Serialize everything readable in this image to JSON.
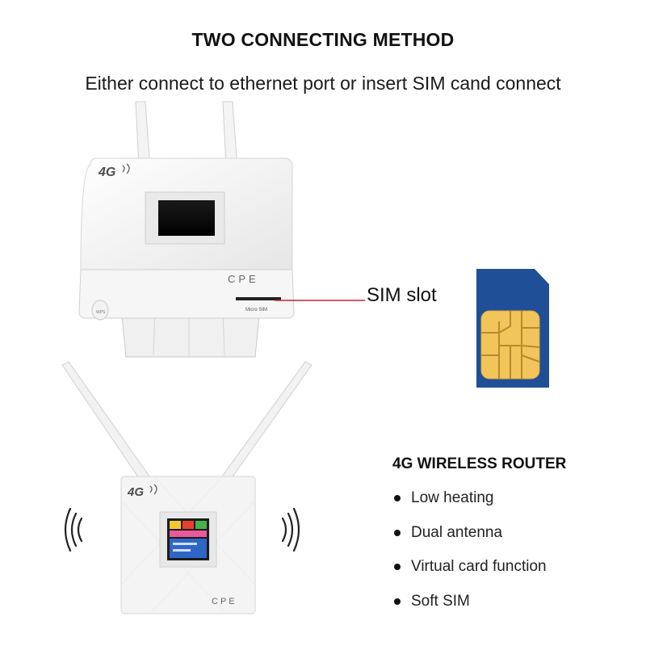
{
  "header": {
    "title": "TWO CONNECTING METHOD",
    "subtitle": "Either connect to ethernet port or insert SIM cand connect"
  },
  "top_router": {
    "logo": "4G",
    "model": "CPE",
    "slot_label": "Micro SIM",
    "button_label": "WPS"
  },
  "sim_callout": {
    "label": "SIM slot"
  },
  "bottom_router": {
    "logo": "4G",
    "model": "CPE"
  },
  "features": {
    "title": "4G WIRELESS ROUTER",
    "items": [
      "Low heating",
      "Dual antenna",
      "Virtual card function",
      "Soft SIM"
    ]
  },
  "colors": {
    "sim_card_blue": "#1f4f96",
    "sim_chip_gold": "#f2c55a",
    "callout_line": "#d21f2b",
    "router_body": "#f3f3f3"
  },
  "icons": [
    "sim-card-icon",
    "wifi-signal-icon",
    "bullet-icon"
  ]
}
